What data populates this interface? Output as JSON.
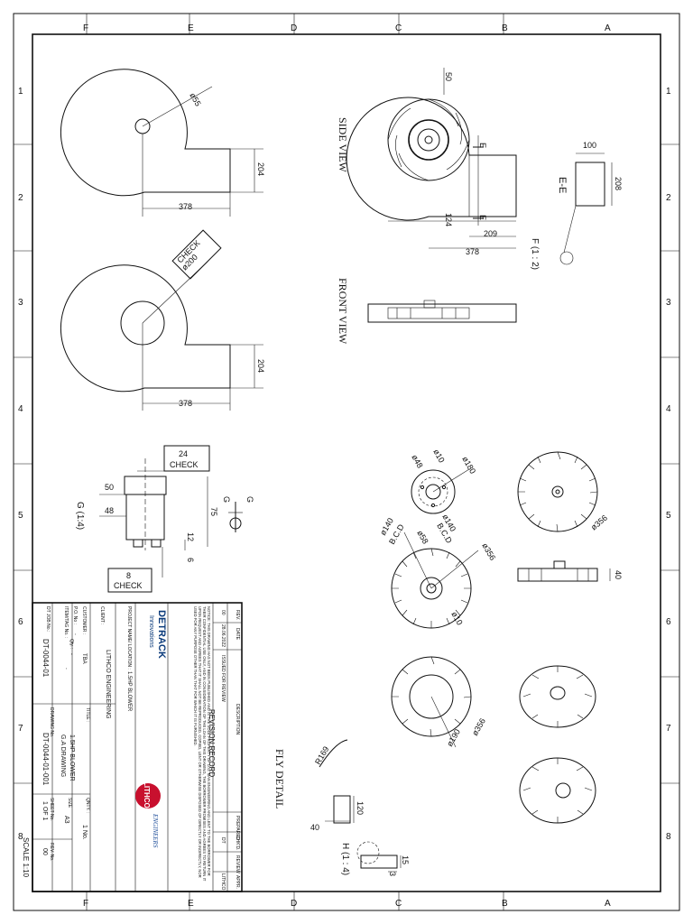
{
  "zone_letters": [
    "A",
    "B",
    "C",
    "D",
    "E",
    "F"
  ],
  "zone_numbers": [
    "1",
    "2",
    "3",
    "4",
    "5",
    "6",
    "7",
    "8"
  ],
  "views": {
    "side_view": "SIDE VIEW",
    "front_view": "FRONT VIEW",
    "fly_detail": "FLY DETAIL",
    "section_e": "E-E",
    "detail_f": "F (1 : 2)",
    "detail_g": "G (1:4)",
    "detail_h": "H (1 : 4)",
    "cut_g_left": "G",
    "cut_g_right": "G",
    "cut_e_top": "E",
    "cut_e_bottom": "E"
  },
  "dimensions": {
    "housing1_dia": "ø55",
    "housing1_width": "378",
    "housing1_height": "204",
    "housing2_dia": "ø200",
    "housing2_check": "CHECK",
    "housing2_width": "378",
    "housing2_height": "204",
    "side_50": "50",
    "side_124": "124",
    "side_209": "209",
    "side_378": "378",
    "e_100": "100",
    "e_208": "208",
    "g_24": "24",
    "g_24_check": "CHECK",
    "g_50": "50",
    "g_48": "48",
    "g_75": "75",
    "g_12": "12",
    "g_6": "6",
    "g_8": "8",
    "g_8_check": "CHECK",
    "hub_48": "ø48",
    "hub_10": "ø10",
    "hub_180": "ø180",
    "hub_140": "ø140",
    "hub_bcd": "B.C.D",
    "fan_140": "ø140",
    "fan_bcd": "B.C.D",
    "fan_58": "ø58",
    "fan_356": "ø356",
    "fan_10": "ø10",
    "fan3d_356": "ø356",
    "fly_190": "ø190",
    "fly_356": "ø356",
    "fly_40": "40",
    "r169": "R169",
    "h_120": "120",
    "h_40": "40",
    "h_15": "15",
    "h_3": "3"
  },
  "title_block": {
    "revision_header": "REVISION RECORD",
    "rev_cols": [
      "REV.",
      "DATE",
      "DESCRIPTION",
      "PREPARED",
      "CHK'D.",
      "REVIEW",
      "APPR."
    ],
    "rev_row": [
      "00",
      "28.06.2022",
      "ISSUED FOR REVIEW",
      "",
      "DT",
      "",
      "LITHCO"
    ],
    "notice": "NOTICE: THIS DRAWING HAS NOT BEEN PUBLISHED AND IS THE SOLE PROPERTY OF D.G. MAN ENGINEERING AND LENT TO THE BORROWER FOR THEIR CONFIDENTIAL USE ONLY, AND IN CONSIDERATION OF THE LOAN OF THIS DRAWING, THE BORROWER PROMISES AND AGREES TO RETURN IT UPON REQUEST AND AGREES THAT IT SHALL NOT BE REPRODUCED, COPIED, LENT OR OTHERWISE DISPOSED OF DIRECTLY OR INDIRECTLY, NOR USED FOR ANY PURPOSE OTHER THAN THAT FOR WHICH IT IS FURNISHED.",
    "project_label": "PROJECT NAME/ LOCATION :",
    "project_value": "1.5HP BLOWER",
    "client_label": "CLIENT :",
    "client_value": "LITHCO ENGINEERING",
    "customer_label": "CUSTOMER :",
    "customer_value": "TBA",
    "po_label": "P.O. No :",
    "po_value": "-",
    "item_label": "ITEM/TAG No. :",
    "item_value": "-",
    "qty_label": "Qty. :",
    "qty_value": "-",
    "dt_job_label": "DT JOB No.:",
    "dt_job_value": "DT-0044-01",
    "title_label": "TITLE :",
    "title_line1": "1.5HP BLOWER",
    "title_line2": "G.A DRAWING",
    "drawing_no_label": "DRAWING No.",
    "drawing_no_value": "DT-0044-01-001",
    "quantity_label": "QNTY. :",
    "quantity_value": "1 No.",
    "size_label": "SIZE",
    "size_value": "A3",
    "sheet_label": "SHEET No.",
    "sheet_value": "1 OF 1",
    "rev_label": "REV. No.",
    "rev_value": "00",
    "scale": "SCALE 1:10",
    "logo_name": "DETRACK",
    "logo_sub": "Innovations",
    "lithco": "LITHCO",
    "lithco_sub": "ENGINEERS"
  }
}
